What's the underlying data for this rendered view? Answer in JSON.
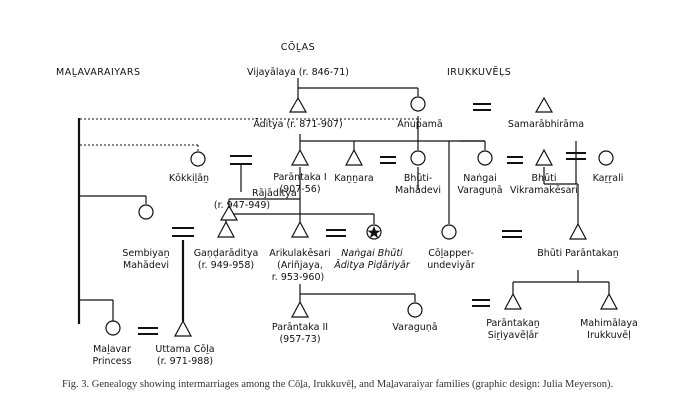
{
  "groups": {
    "colas": "CŌḺAS",
    "malavaraiyars": "MAḺAVARAIYARS",
    "irukkuvels": "IRUKKUVĒḶS"
  },
  "people": {
    "vijayalaya": "Vijayālaya (r. 846-71)",
    "aditya": "Āditya (r. 871-907)",
    "anupama": "Anupamā",
    "samarabhirama": "Samarābhirāma",
    "kokkilan": "Kōkkiḻāṉ",
    "parantaka1_a": "Parāntaka I",
    "parantaka1_b": "(907-56)",
    "kannara": "Kaṉṉara",
    "bhuti_mahadevi_a": "Bhūti-",
    "bhuti_mahadevi_b": "Mahādevi",
    "nangai_varaguna_a": "Naṅgai",
    "nangai_varaguna_b": "Varaguṇā",
    "bhuti_vikramakesari_a": "Bhūti",
    "bhuti_vikramakesari_b": "Vikramakēsari",
    "karrali": "Kaṟṟali",
    "rajaditya_a": "Rājāditya",
    "rajaditya_b": "(r. 947-949)",
    "sembiyan_a": "Sembiyaṉ",
    "sembiyan_b": "Mahādevi",
    "gandaraditya_a": "Gaṇḍarāditya",
    "gandaraditya_b": "(r. 949-958)",
    "arikulakesari_a": "Arikulakēsari",
    "arikulakesari_b": "(Ariñjaya,",
    "arikulakesari_c": "r. 953-960)",
    "nangai_bhuti_a": "Naṅgai Bhūti",
    "nangai_bhuti_b": "Āditya Piḍāriyār",
    "colapper_a": "Cōḻapper-",
    "colapper_b": "undeviyār",
    "bhuti_parantakan": "Bhūti Parāntakaṉ",
    "parantaka2_a": "Parāntaka II",
    "parantaka2_b": "(957-73)",
    "varaguna": "Varaguṇā",
    "parantakan_siriyavelar_a": "Parāntakaṉ",
    "parantakan_siriyavelar_b": "Siṟiyavēḷār",
    "mahimalaya_a": "Mahimālaya",
    "mahimalaya_b": "Irukkuvēḷ",
    "malavar_princess_a": "Maḻavar",
    "malavar_princess_b": "Princess",
    "uttama_cola_a": "Uttama Cōḻa",
    "uttama_cola_b": "(r. 971-988)"
  },
  "caption": "Fig. 3. Genealogy showing intermarriages among the Cōḻa, Irukkuvēḷ, and Maḻavaraiyar families (graphic design: Julia Meyerson)."
}
